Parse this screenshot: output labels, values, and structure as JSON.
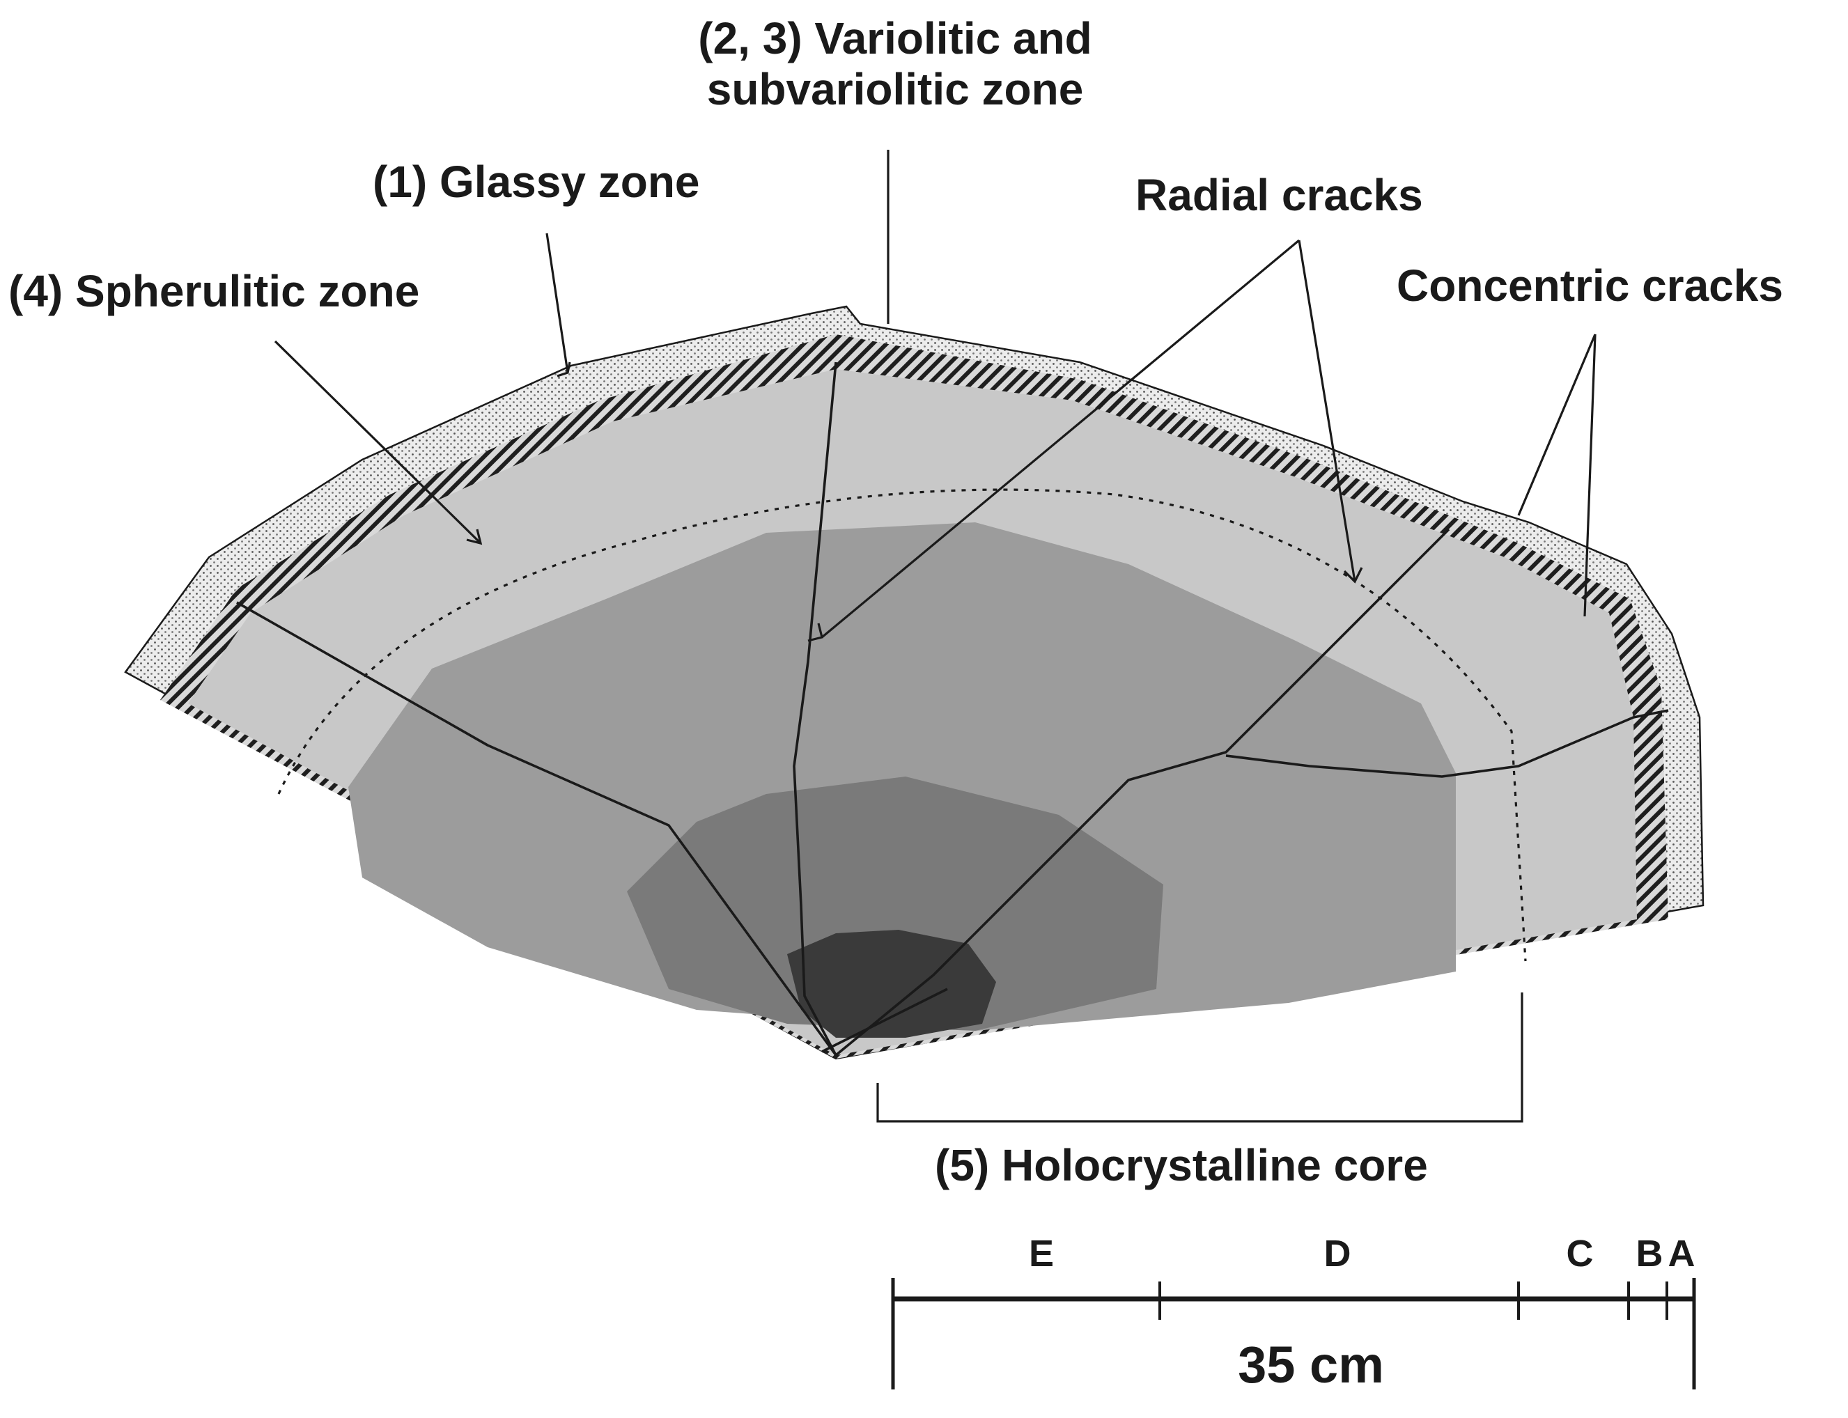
{
  "labels": {
    "variolitic_line1": "(2, 3) Variolitic and",
    "variolitic_line2": "subvariolitic zone",
    "glassy": "(1) Glassy zone",
    "spherulitic": "(4) Spherulitic zone",
    "radial": "Radial cracks",
    "concentric": "Concentric cracks",
    "core": "(5) Holocrystalline core"
  },
  "scale_bar": {
    "segments": [
      "E",
      "D",
      "C",
      "B",
      "A"
    ],
    "length_label": "35 cm"
  },
  "colors": {
    "glassy_rim": "#e8e8e8",
    "variolitic_band": "#9a9a9a",
    "spherulitic": "#c8c8c8",
    "core_outer": "#9c9c9c",
    "core_mid": "#777777",
    "core_inner": "#3a3a3a",
    "line": "#1a1a1a"
  }
}
